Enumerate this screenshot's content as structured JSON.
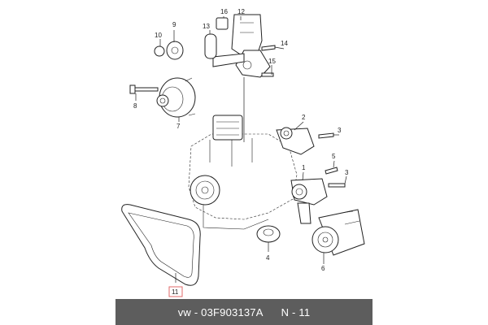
{
  "callouts": {
    "c1": "1",
    "c2": "2",
    "c3a": "3",
    "c3b": "3",
    "c4": "4",
    "c5": "5",
    "c6": "6",
    "c7": "7",
    "c8": "8",
    "c9": "9",
    "c10": "10",
    "c11": "11",
    "c12": "12",
    "c13": "13",
    "c14": "14",
    "c15": "15",
    "c16": "16"
  },
  "footer": {
    "brand_part": "vw - 03F903137A",
    "ref": "N - 11"
  },
  "colors": {
    "footer_bg": "#5d5d5d",
    "highlight_box": "#e06a6a"
  }
}
